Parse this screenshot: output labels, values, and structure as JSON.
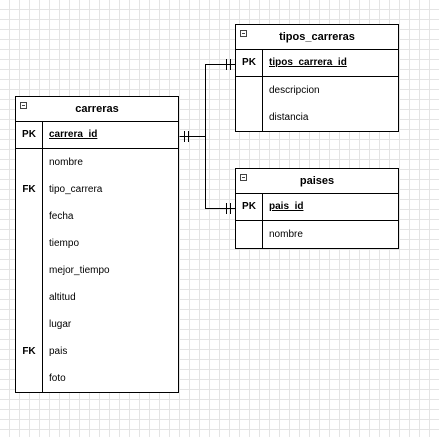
{
  "tables": {
    "carreras": {
      "title": "carreras",
      "pk_label": "PK",
      "pk_field": "carrera_id",
      "fk_label_1": "FK",
      "fk_label_2": "FK",
      "fields": [
        "nombre",
        "tipo_carrera",
        "fecha",
        "tiempo",
        "mejor_tiempo",
        "altitud",
        "lugar",
        "pais",
        "foto"
      ]
    },
    "tipos_carreras": {
      "title": "tipos_carreras",
      "pk_label": "PK",
      "pk_field": "tipos_carrera_id",
      "fields": [
        "descripcion",
        "distancia"
      ]
    },
    "paises": {
      "title": "paises",
      "pk_label": "PK",
      "pk_field": "pais_id",
      "fields": [
        "nombre"
      ]
    }
  },
  "colors": {
    "grid": "#e4e4e4",
    "border": "#000000",
    "background": "#ffffff"
  }
}
